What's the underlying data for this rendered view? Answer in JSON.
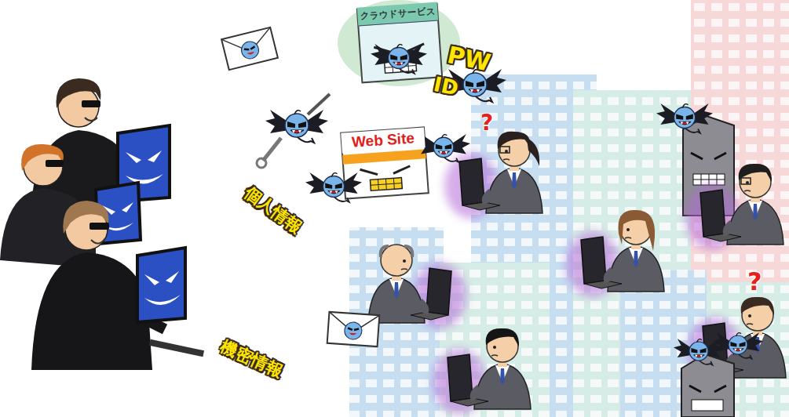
{
  "diagram": {
    "nodes": [
      {
        "text": [
          "クラウドサービス"
        ]
      },
      {
        "text": [
          "Web Site"
        ]
      }
    ],
    "labels": [
      "PW",
      "ID",
      "個人情報",
      "機密情報",
      "?",
      "?"
    ]
  }
}
